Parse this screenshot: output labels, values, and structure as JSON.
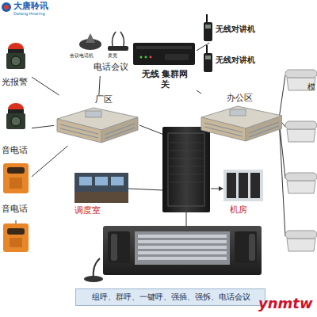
{
  "diagram": {
    "nodes": [
      {
        "text": [
          "光报警"
        ]
      },
      {
        "text": [
          "音电话"
        ]
      },
      {
        "text": [
          "音电话"
        ]
      },
      {
        "text": [
          "会议电话机",
          "麦克",
          "电话会议"
        ]
      },
      {
        "text": [
          "无线 集群网关"
        ]
      },
      {
        "text": [
          "无线对讲机"
        ]
      },
      {
        "text": [
          "无线对讲机"
        ]
      },
      {
        "text": [
          "厂区"
        ]
      },
      {
        "text": [
          "办公区"
        ]
      },
      {
        "text": [
          "调度室"
        ]
      },
      {
        "text": [
          "机房"
        ]
      },
      {
        "text": [
          "组呼、群呼、一键呼、强插、强拆、电话会议"
        ]
      }
    ],
    "edges": [
      {
        "from": 0,
        "to": 7,
        "arrow": "none"
      },
      {
        "from": 1,
        "to": 7,
        "arrow": "none"
      },
      {
        "from": 2,
        "to": 7,
        "arrow": "none"
      },
      {
        "from": 3,
        "to": 7,
        "arrow": "none"
      },
      {
        "from": 4,
        "to": 8,
        "arrow": "none"
      },
      {
        "from": 5,
        "to": 4,
        "arrow": "none"
      }
    ],
    "labels": [
      "大唐聆讯",
      "Datang Hearing",
      "模",
      "ynmtw"
    ]
  }
}
